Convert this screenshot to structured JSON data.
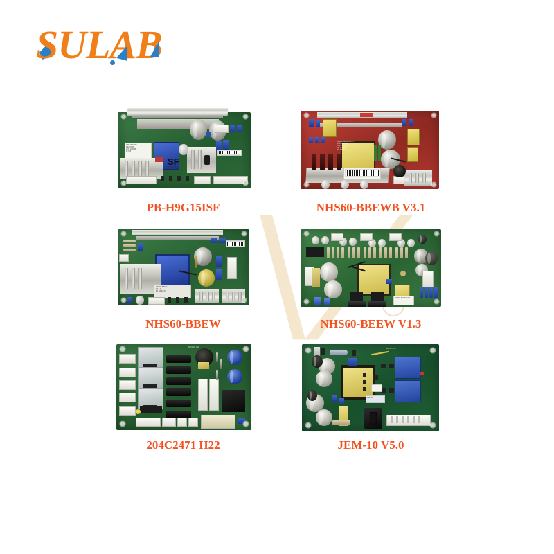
{
  "brand": {
    "name": "SULAB",
    "logo_color": "#F07F1A",
    "accent_color": "#2A7FC9"
  },
  "watermark": {
    "glyph_a": "╲",
    "glyph_b": "╱",
    "color": "#F3E3C6"
  },
  "page": {
    "background": "#FFFFFF",
    "caption_color": "#F4511E"
  },
  "products": [
    {
      "id": "pcb-1",
      "caption": "PB-H9G15ISF",
      "board_color": "#2E6B3A",
      "silkscreen": "HIPS BOARD",
      "marking": "SF",
      "submarking": "CHA 6U"
    },
    {
      "id": "pcb-2",
      "caption": "NHS60-BBEWB V3.1",
      "board_color": "#B03028",
      "silkscreen": "NHS60-BBEWB V3.1",
      "marking": "",
      "submarking": ""
    },
    {
      "id": "pcb-3",
      "caption": "NHS60-BBEW",
      "board_color": "#2F6E40",
      "silkscreen": "NHS60-BBEW",
      "marking": "",
      "submarking": ""
    },
    {
      "id": "pcb-4",
      "caption": "NHS60-BEEW V1.3",
      "board_color": "#37753F",
      "silkscreen": "NHS60-BEEW V1.3",
      "marking": "",
      "submarking": ""
    },
    {
      "id": "pcb-5",
      "caption": "204C2471 H22",
      "board_color": "#2B6B39",
      "silkscreen": "204C2471 H22",
      "marking": "H22",
      "submarking": ""
    },
    {
      "id": "pcb-6",
      "caption": "JEM-10 V5.0",
      "board_color": "#1F5B33",
      "silkscreen": "JEM-10 V5.0",
      "marking": "",
      "submarking": ""
    }
  ]
}
